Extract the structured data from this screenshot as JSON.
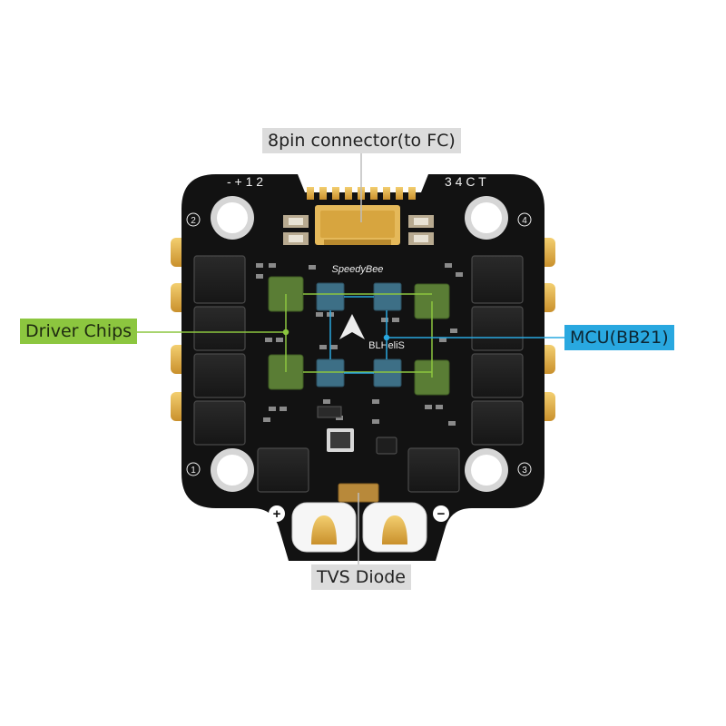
{
  "callouts": {
    "connector": "8pin connector(to FC)",
    "driver": "Driver Chips",
    "mcu": "MCU(BB21)",
    "tvs": "TVS Diode"
  },
  "board": {
    "brand": "SpeedyBee",
    "firmware": "BLHeliS",
    "pin_labels_left": "- + 1 2",
    "pin_labels_right": "3 4 C T",
    "motor_1": "1",
    "motor_2": "2",
    "motor_3": "3",
    "motor_4": "4",
    "plus_sign": "+",
    "minus_sign": "−"
  },
  "colors": {
    "pcb": "#111111",
    "gold": "#d9a640",
    "driver_chip": "#5a7d35",
    "mcu_chip": "#3d6f86",
    "callout_green": "#8cc63f",
    "callout_blue": "#29a8e0",
    "callout_gray": "#dcdcdc"
  }
}
